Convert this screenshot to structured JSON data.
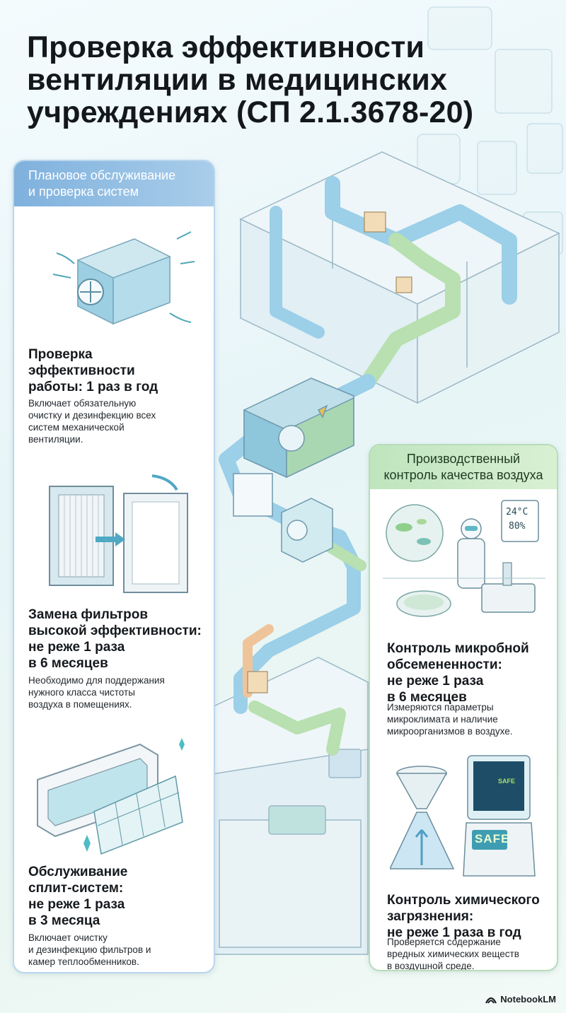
{
  "title": "Проверка эффективности\nвентиляции в медицинских\nучреждениях (СП 2.1.3678-20)",
  "left_panel": {
    "header": "Плановое обслуживание\nи проверка систем",
    "items": [
      {
        "title": "Проверка\nэффективности\nработы: 1 раз в год",
        "desc": "Включает обязательную\nочистку и дезинфекцию всех\nсистем механической\nвентиляции."
      },
      {
        "title": "Замена фильтров\nвысокой эффективности:\nне реже 1 раза\nв 6 месяцев",
        "desc": "Необходимо для поддержания\nнужного класса чистоты\nвоздуха в помещениях."
      },
      {
        "title": "Обслуживание\nсплит-систем:\nне реже 1 раза\nв 3 месяца",
        "desc": "Включает очистку\nи дезинфекцию фильтров и\nкамер теплообменников."
      }
    ]
  },
  "right_panel": {
    "header": "Производственный\nконтроль качества воздуха",
    "items": [
      {
        "title": "Контроль микробной\nобсемененности:\nне реже 1 раза\nв 6 месяцев",
        "desc": "Измеряются параметры\nмикроклимата и наличие\nмикроорганизмов в воздухе.",
        "display_temp": "24°C",
        "display_humidity": "80%"
      },
      {
        "title": "Контроль химического\nзагрязнения:\nне реже 1 раза в год",
        "desc": "Проверяется содержание\nвредных химических веществ\nв воздушной среде.",
        "screen_label": "SAFE",
        "screen_small": "SAFE"
      }
    ]
  },
  "badge": "NotebookLM",
  "icons": {
    "ahu": "air-handling-unit-icon",
    "filter": "hepa-filter-icon",
    "split": "split-system-icon",
    "lab": "microbiology-lab-icon",
    "chem": "chemical-analyzer-icon",
    "logo": "notebooklm-logo-icon"
  },
  "colors": {
    "left_accent": "#7fb1dd",
    "right_accent": "#bfe5bd",
    "duct_blue": "#9ccfe8",
    "duct_green": "#b8e0b0",
    "duct_orange": "#f0c49a"
  }
}
